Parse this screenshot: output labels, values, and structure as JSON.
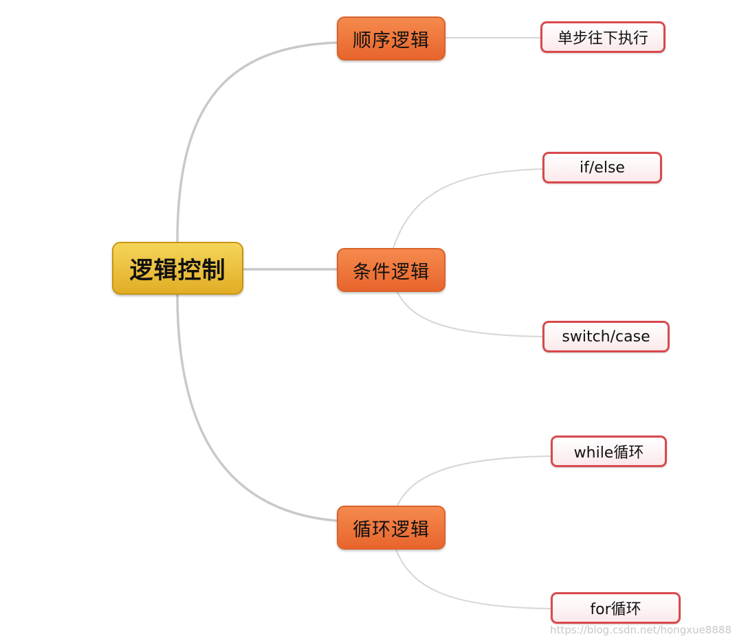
{
  "mindmap": {
    "root": {
      "label": "逻辑控制"
    },
    "branches": [
      {
        "label": "顺序逻辑",
        "children": [
          {
            "label": "单步往下执行"
          }
        ]
      },
      {
        "label": "条件逻辑",
        "children": [
          {
            "label": "if/else"
          },
          {
            "label": "switch/case"
          }
        ]
      },
      {
        "label": "循环逻辑",
        "children": [
          {
            "label": "while循环"
          },
          {
            "label": "for循环"
          }
        ]
      }
    ]
  },
  "watermark": "https://blog.csdn.net/hongxue8888",
  "colors": {
    "root_fill": "#e9b830",
    "branch_fill": "#ee733a",
    "leaf_border": "#d9484c",
    "link_main": "#c9c9c9",
    "link_leaf": "#d6d6d6"
  }
}
